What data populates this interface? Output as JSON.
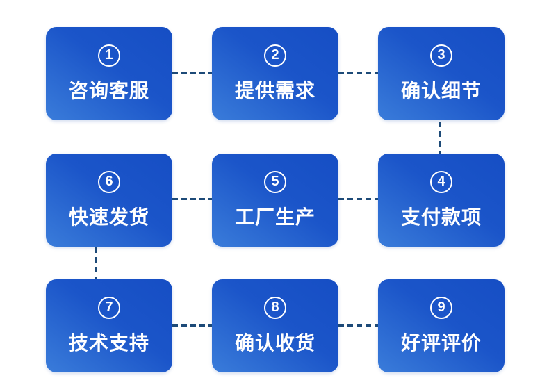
{
  "diagram": {
    "type": "process-flow",
    "flow_order": [
      "1",
      "2",
      "3",
      "4",
      "5",
      "6",
      "7",
      "8",
      "9"
    ],
    "steps": [
      {
        "num": "1",
        "label": "咨询客服",
        "grid": "row1-col1"
      },
      {
        "num": "2",
        "label": "提供需求",
        "grid": "row1-col2"
      },
      {
        "num": "3",
        "label": "确认细节",
        "grid": "row1-col3"
      },
      {
        "num": "6",
        "label": "快速发货",
        "grid": "row2-col1"
      },
      {
        "num": "5",
        "label": "工厂生产",
        "grid": "row2-col2"
      },
      {
        "num": "4",
        "label": "支付款项",
        "grid": "row2-col3"
      },
      {
        "num": "7",
        "label": "技术支持",
        "grid": "row3-col1"
      },
      {
        "num": "8",
        "label": "确认收货",
        "grid": "row3-col2"
      },
      {
        "num": "9",
        "label": "好评评价",
        "grid": "row3-col3"
      }
    ],
    "connectors": [
      "1-2",
      "2-3",
      "3-4",
      "4-5",
      "5-6",
      "6-7",
      "7-8",
      "8-9"
    ]
  },
  "colors": {
    "box_gradient_dark": "#164EC4",
    "box_gradient_light": "#3A7CDA",
    "connector_dash": "#1D4A78",
    "text": "#FFFFFF",
    "background": "#FFFFFF"
  }
}
